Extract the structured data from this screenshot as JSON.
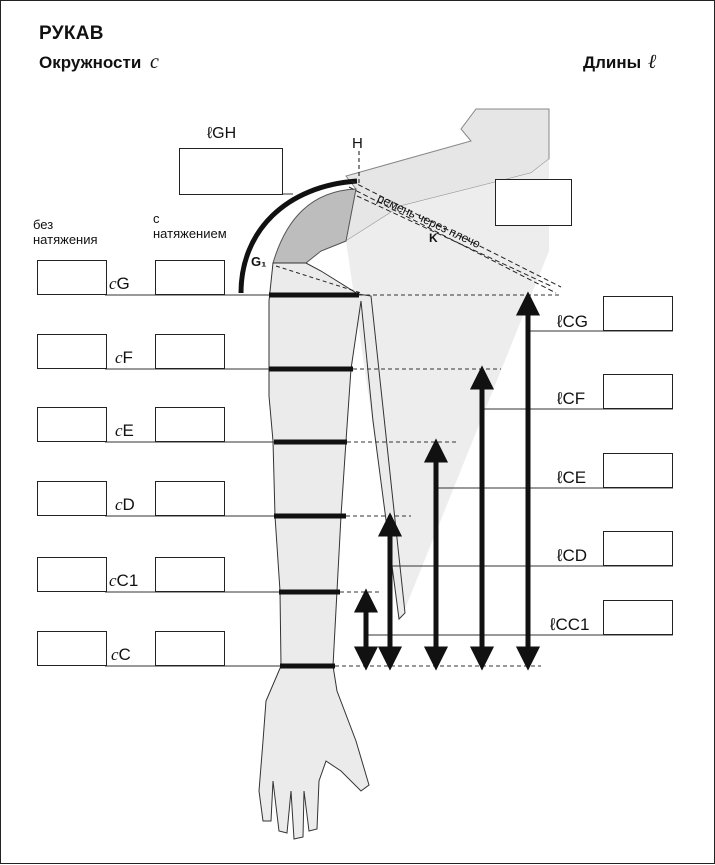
{
  "header": {
    "title": "РУКАВ",
    "left_heading": "Окружности",
    "left_symbol": "c",
    "right_heading": "Длины",
    "right_symbol": "ℓ"
  },
  "columns": {
    "without_tension": "без\nнатяжения",
    "with_tension": "с\nнатяжением"
  },
  "circumferences": [
    {
      "id": "G",
      "label": "G",
      "value_relaxed": "",
      "value_tension": ""
    },
    {
      "id": "F",
      "label": "F",
      "value_relaxed": "",
      "value_tension": ""
    },
    {
      "id": "E",
      "label": "E",
      "value_relaxed": "",
      "value_tension": ""
    },
    {
      "id": "D",
      "label": "D",
      "value_relaxed": "",
      "value_tension": ""
    },
    {
      "id": "C1",
      "label": "C1",
      "value_relaxed": "",
      "value_tension": ""
    },
    {
      "id": "C",
      "label": "C",
      "value_relaxed": "",
      "value_tension": ""
    }
  ],
  "lengths": [
    {
      "id": "CG",
      "label": "ℓCG",
      "value": ""
    },
    {
      "id": "CF",
      "label": "ℓCF",
      "value": ""
    },
    {
      "id": "CE",
      "label": "ℓCE",
      "value": ""
    },
    {
      "id": "CD",
      "label": "ℓCD",
      "value": ""
    },
    {
      "id": "CC1",
      "label": "ℓCC1",
      "value": ""
    }
  ],
  "shoulder": {
    "gh_label": "ℓGH",
    "gh_value": "",
    "point_h": "H",
    "point_g1": "G₁",
    "strap_label": "ремень через плечо",
    "point_k": "K",
    "strap_value": ""
  }
}
